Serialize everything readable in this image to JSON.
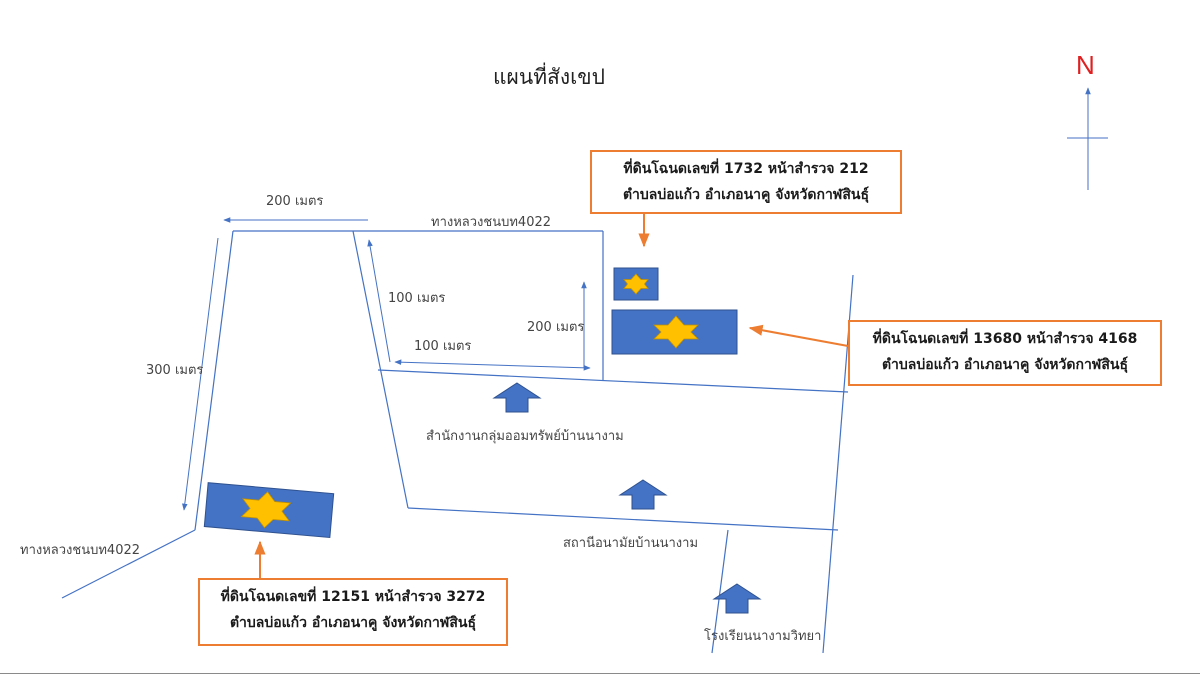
{
  "map": {
    "title": "แผนที่สังเขป",
    "north_label": "N",
    "colors": {
      "road": "#4472c4",
      "parcel_fill": "#4472c4",
      "parcel_stroke": "#2f528f",
      "star_fill": "#ffc000",
      "star_stroke": "#c09000",
      "callout_border": "#ed7d31",
      "north_letter": "#e02020"
    },
    "distances": {
      "top": "200 เมตร",
      "left": "300 เมตร",
      "diagonal": "100 เมตร",
      "horizontal": "100 เมตร",
      "vertical": "200 เมตร"
    },
    "roads": {
      "top_highway": "ทางหลวงชนบท4022",
      "left_highway": "ทางหลวงชนบท4022"
    },
    "landmarks": {
      "cooperative_office": "สำนักงานกลุ่มออมทรัพย์บ้านนางาม",
      "health_station": "สถานีอนามัยบ้านนางาม",
      "school": "โรงเรียนนางามวิทยา"
    },
    "parcels": {
      "north": {
        "line1": "ที่ดินโฉนดเลขที่ 1732 หน้าสำรวจ 212",
        "line2": "ตำบลบ่อแก้ว อำเภอนาคู จังหวัดกาฬสินธุ์"
      },
      "east": {
        "line1": "ที่ดินโฉนดเลขที่ 13680 หน้าสำรวจ 4168",
        "line2": "ตำบลบ่อแก้ว อำเภอนาคู จังหวัดกาฬสินธุ์"
      },
      "southwest": {
        "line1": "ที่ดินโฉนดเลขที่ 12151 หน้าสำรวจ 3272",
        "line2": "ตำบลบ่อแก้ว อำเภอนาคู จังหวัดกาฬสินธุ์"
      }
    }
  }
}
